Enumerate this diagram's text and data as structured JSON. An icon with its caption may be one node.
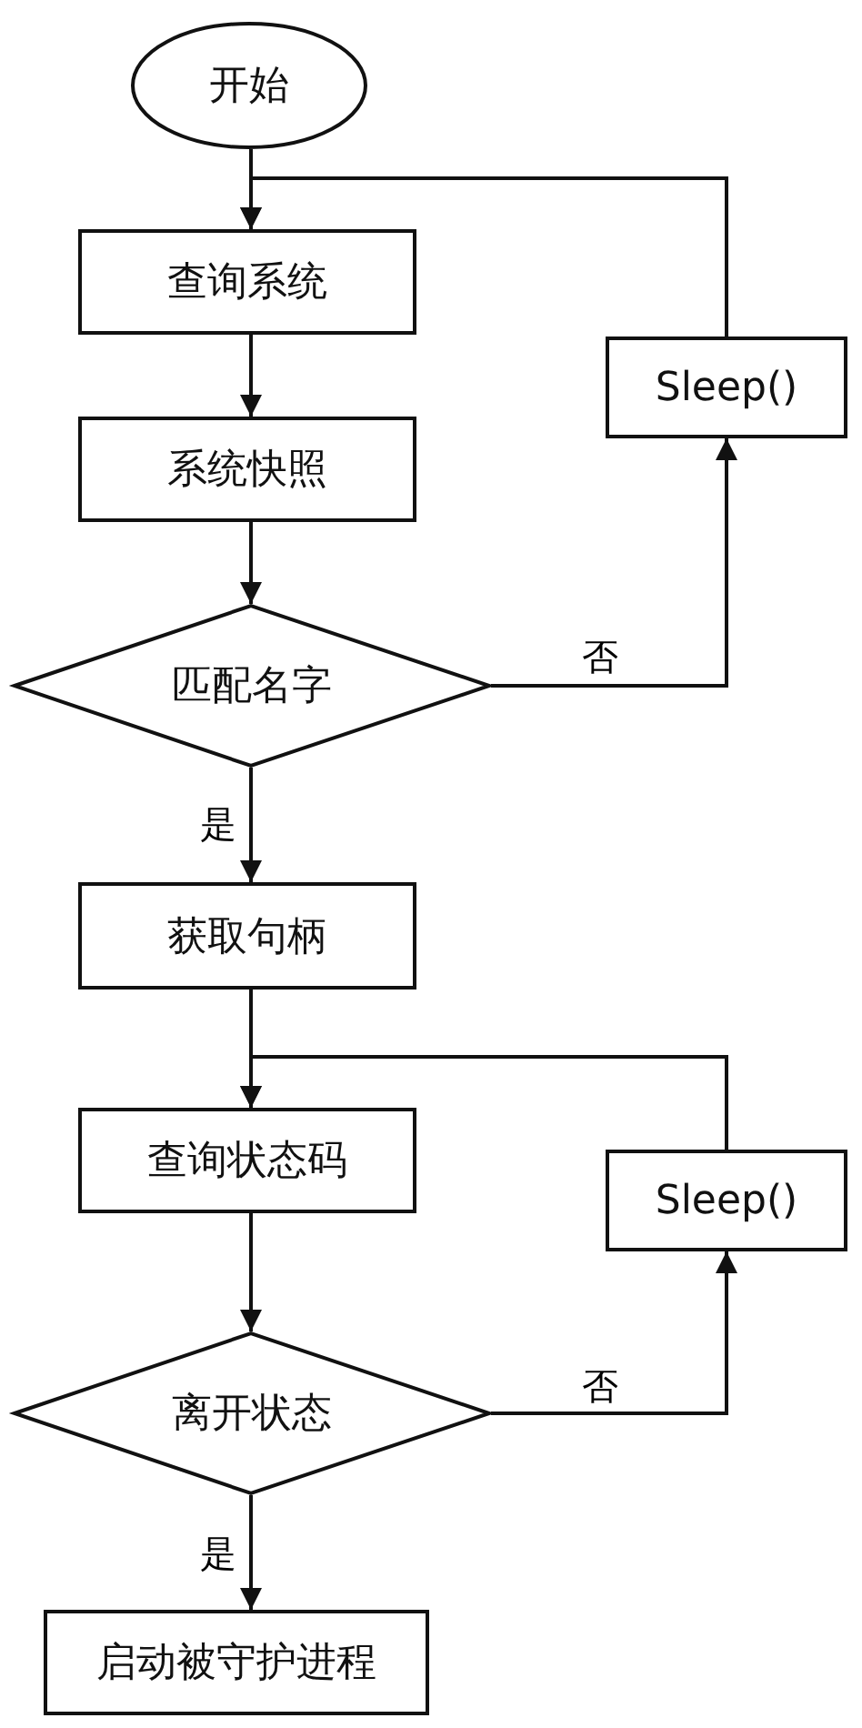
{
  "diagram": {
    "nodes": [
      {
        "text": [
          "开始"
        ]
      },
      {
        "text": [
          "查询系统"
        ]
      },
      {
        "text": [
          "系统快照"
        ]
      },
      {
        "text": [
          "匹配名字"
        ]
      },
      {
        "text": [
          "Sleep()"
        ]
      },
      {
        "text": [
          "获取句柄"
        ]
      },
      {
        "text": [
          "查询状态码"
        ]
      },
      {
        "text": [
          "离开状态"
        ]
      },
      {
        "text": [
          "Sleep()"
        ]
      },
      {
        "text": [
          "启动被守护进程"
        ]
      }
    ],
    "edges": [
      {
        "from": 0,
        "to": 1,
        "arrow": "to"
      },
      {
        "from": 1,
        "to": 2,
        "arrow": "to"
      },
      {
        "from": 2,
        "to": 3,
        "arrow": "to"
      },
      {
        "from": 3,
        "to": 4,
        "arrow": "to",
        "label": "否"
      },
      {
        "from": 4,
        "to": 1,
        "arrow": "to"
      },
      {
        "from": 3,
        "to": 5,
        "arrow": "to",
        "label": "是"
      },
      {
        "from": 5,
        "to": 6,
        "arrow": "to"
      },
      {
        "from": 6,
        "to": 7,
        "arrow": "to"
      },
      {
        "from": 7,
        "to": 8,
        "arrow": "to",
        "label": "否"
      },
      {
        "from": 8,
        "to": 6,
        "arrow": "to"
      },
      {
        "from": 7,
        "to": 9,
        "arrow": "to",
        "label": "是"
      }
    ]
  }
}
